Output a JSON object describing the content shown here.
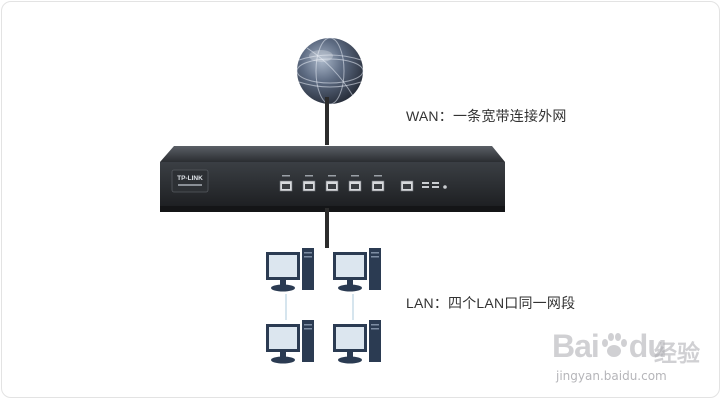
{
  "labels": {
    "wan": "WAN：一条宽带连接外网",
    "lan": "LAN：四个LAN口同一网段"
  },
  "router": {
    "logo": "TP-LINK"
  },
  "watermark": {
    "brand": "Bai",
    "brand_suffix": "du",
    "cn": "经验",
    "url": "jingyan.baidu.com"
  },
  "icons": [
    "globe-icon",
    "router-icon",
    "computer-icon",
    "paw-icon"
  ]
}
